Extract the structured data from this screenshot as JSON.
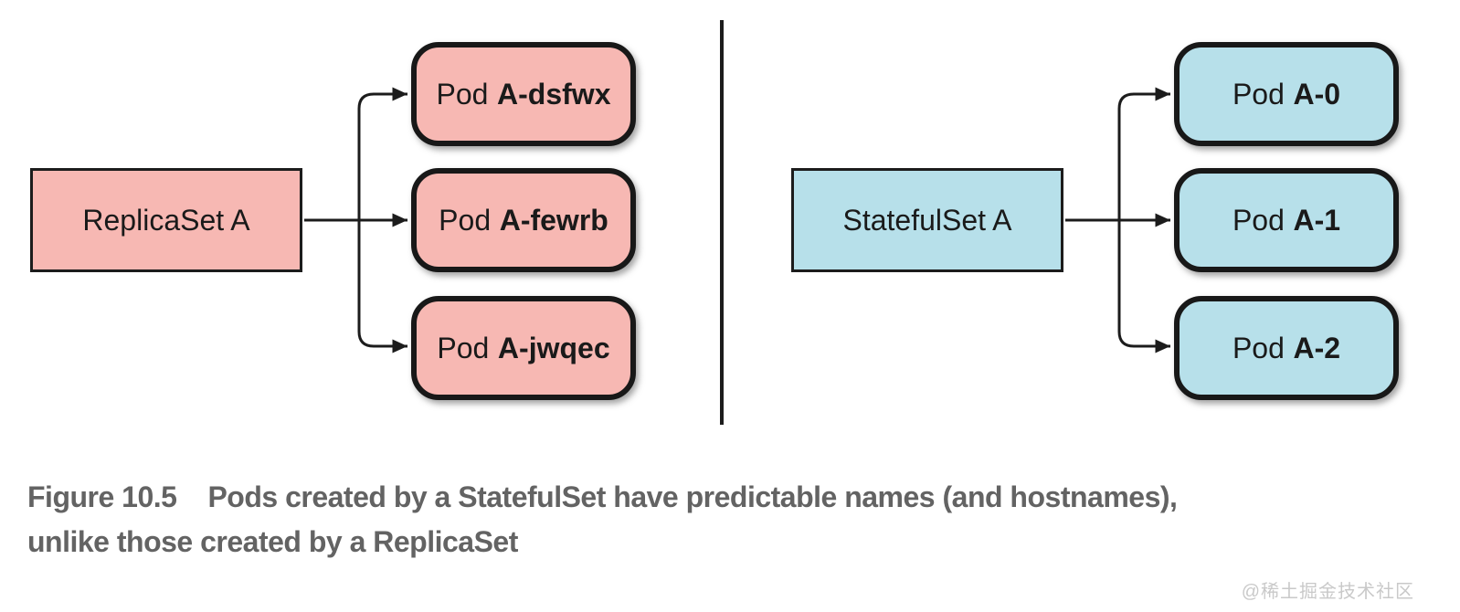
{
  "colors": {
    "replicaset_fill": "#f7b8b3",
    "statefulset_fill": "#b7e0ea",
    "line_dark": "#1c1c1c",
    "caption_gray": "#636363",
    "watermark_gray": "#c9c9c9"
  },
  "diagram": {
    "left": {
      "controller_label": "ReplicaSet A",
      "pods": [
        {
          "prefix": "Pod",
          "name": "A-dsfwx"
        },
        {
          "prefix": "Pod",
          "name": "A-fewrb"
        },
        {
          "prefix": "Pod",
          "name": "A-jwqec"
        }
      ]
    },
    "right": {
      "controller_label": "StatefulSet A",
      "pods": [
        {
          "prefix": "Pod",
          "name": "A-0"
        },
        {
          "prefix": "Pod",
          "name": "A-1"
        },
        {
          "prefix": "Pod",
          "name": "A-2"
        }
      ]
    }
  },
  "caption": {
    "label": "Figure 10.5",
    "line1": "Pods created by a StatefulSet have predictable names (and hostnames),",
    "line2": "unlike those created by a ReplicaSet"
  },
  "watermark": "@稀土掘金技术社区"
}
